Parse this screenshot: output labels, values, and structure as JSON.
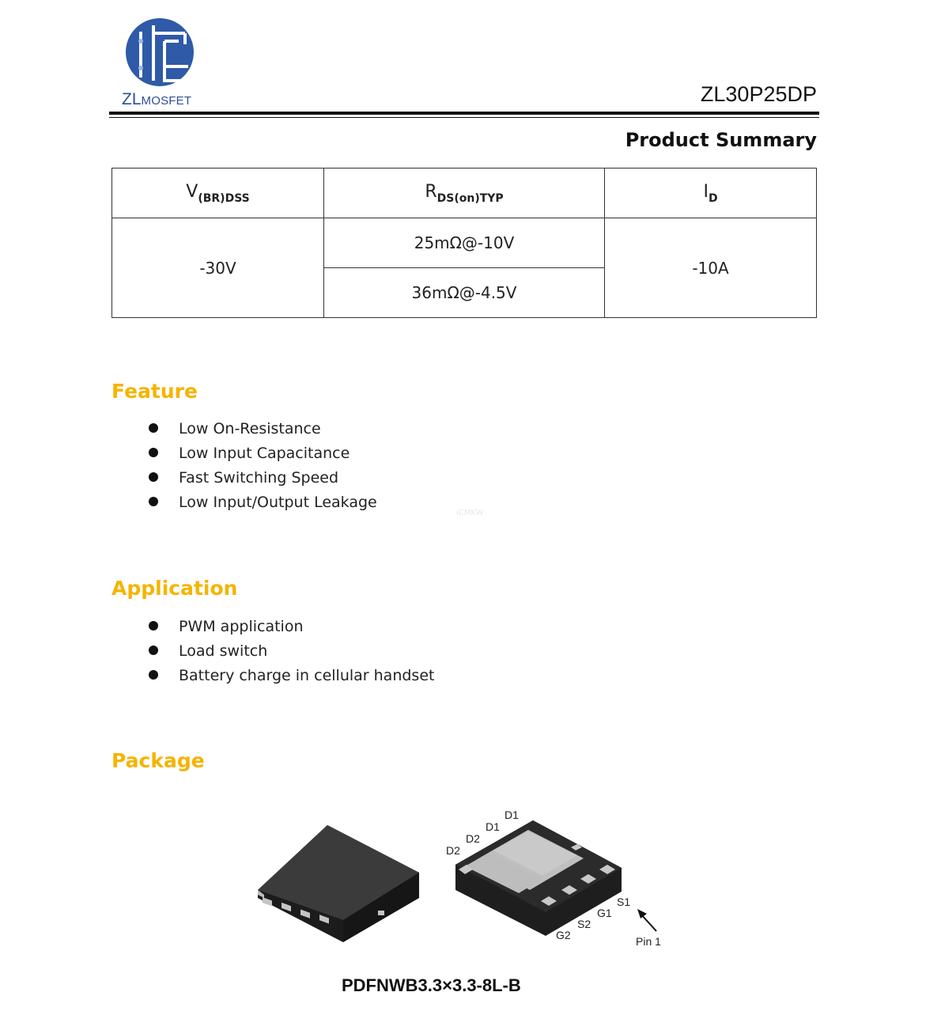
{
  "header": {
    "logo_text_big": "ZL",
    "logo_text_small": "MOSFET",
    "part_number": "ZL30P25DP"
  },
  "summary": {
    "title": "Product Summary",
    "columns": [
      {
        "main": "V",
        "sub": "(BR)DSS"
      },
      {
        "main": "R",
        "sub": "DS(on)TYP"
      },
      {
        "main": "I",
        "sub": "D"
      }
    ],
    "vbrdss": "-30V",
    "rdson": [
      "25mΩ@-10V",
      "36mΩ@-4.5V"
    ],
    "id": "-10A"
  },
  "feature": {
    "title": "Feature",
    "items": [
      "Low On-Resistance",
      "Low Input Capacitance",
      "Fast Switching Speed",
      "Low Input/Output Leakage"
    ]
  },
  "watermark": "ICMKW",
  "application": {
    "title": "Application",
    "items": [
      "PWM application",
      "Load switch",
      "Battery charge in cellular handset"
    ]
  },
  "package": {
    "title": "Package",
    "pin_labels": [
      "D1",
      "D1",
      "D2",
      "D2",
      "S1",
      "G1",
      "S2",
      "G2"
    ],
    "pin1_label": "Pin 1",
    "name": "PDFNWB3.3×3.3-8L-B"
  },
  "colors": {
    "accent": "#f5b400",
    "logo_blue": "#2e4d9c"
  }
}
